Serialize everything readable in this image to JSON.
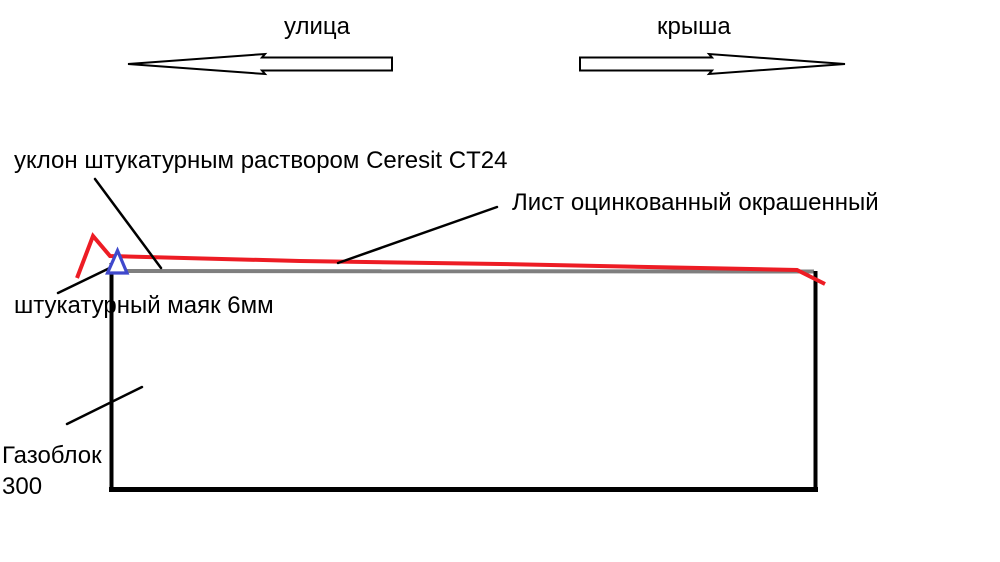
{
  "labels": {
    "direction_left": "улица",
    "direction_right": "крыша",
    "slope_note": "уклон штукатурным раствором Ceresit CT24",
    "sheet_note": "Лист оцинкованный окрашенный",
    "beacon_note": "штукатурный маяк 6мм",
    "block_note_line1": "Газоблок",
    "block_note_line2": "300"
  },
  "colors": {
    "sheet_red": "#ed1c24",
    "beacon_gray": "#7f7f7f",
    "marker_blue": "#3f48cc",
    "ink_black": "#000000",
    "canvas_bg": "#ffffff"
  }
}
